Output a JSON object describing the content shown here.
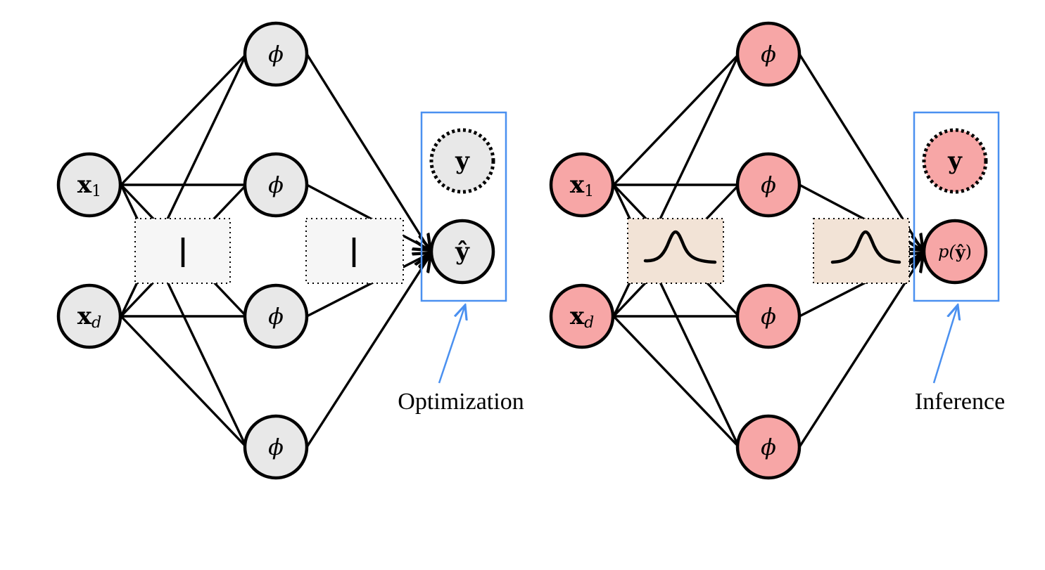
{
  "colors": {
    "plain_node_fill": "#e8e8e8",
    "bayes_node_fill": "#f7a6a6",
    "plain_weight_box_fill": "#f6f6f6",
    "bayes_weight_box_fill": "#f2e3d6",
    "accent": "#4a90f0",
    "stroke": "#000000"
  },
  "left_network": {
    "inputs": [
      {
        "base": "x",
        "sub": "1"
      },
      {
        "base": "x",
        "sub": "d"
      }
    ],
    "hidden_label": "ϕ",
    "target_label": "y",
    "output_label": "ŷ",
    "weight_glyph": "point-estimate-bar",
    "caption": "Optimization"
  },
  "right_network": {
    "inputs": [
      {
        "base": "x",
        "sub": "1"
      },
      {
        "base": "x",
        "sub": "d"
      }
    ],
    "hidden_label": "ϕ",
    "target_label": "y",
    "output_label": {
      "prefix": "p(",
      "symbol": "ŷ",
      "suffix": ")"
    },
    "weight_glyph": "gaussian-bump",
    "caption": "Inference"
  }
}
